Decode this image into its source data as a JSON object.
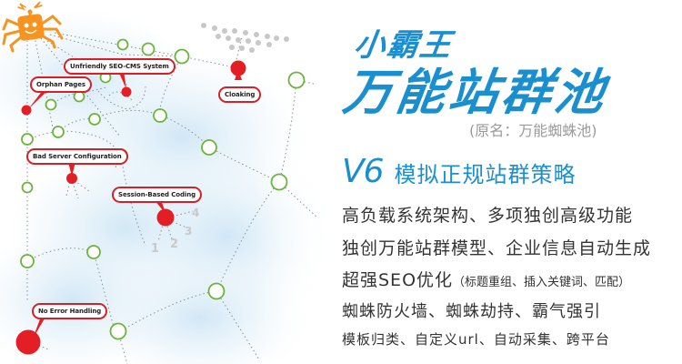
{
  "diagram": {
    "labels": {
      "unfriendly_cms": "Unfriendly SEO-CMS System",
      "orphan_pages": "Orphan Pages",
      "cloaking": "Cloaking",
      "bad_server": "Bad Server Configuration",
      "session_coding": "Session-Based Coding",
      "no_error": "No Error Handling"
    },
    "session_numbers": [
      "1",
      "2",
      "3",
      "4"
    ],
    "colors": {
      "problem_node": "#e31e24",
      "label_border": "#d42027",
      "healthy_node": "#6db33f",
      "spider": "#f7931e",
      "cloud": "#d6ebf7",
      "dotted_line": "#8a8f99",
      "gray_dots": "#c8c8c8"
    }
  },
  "promo": {
    "brand_small": "小霸王",
    "brand_big": "万能站群池",
    "brand_sub": "(原名：万能蜘蛛池)",
    "version_tag": "V6",
    "version_text": "模拟正规站群策略",
    "features": [
      {
        "main": "高负载系统架构、多项独创高级功能",
        "note": ""
      },
      {
        "main": "独创万能站群模型、企业信息自动生成",
        "note": ""
      },
      {
        "main": "超强SEO优化",
        "note": "（标题重组、插入关键词、匹配）"
      },
      {
        "main": "蜘蛛防火墙、蜘蛛劫持、霸气强引",
        "note": ""
      },
      {
        "main": "模板归类、自定义url、自动采集、跨平台",
        "note": ""
      }
    ],
    "colors": {
      "brand_blue": "#1a8fd0",
      "sub_gray": "#9a9a9a",
      "feature_text": "#333333"
    }
  }
}
